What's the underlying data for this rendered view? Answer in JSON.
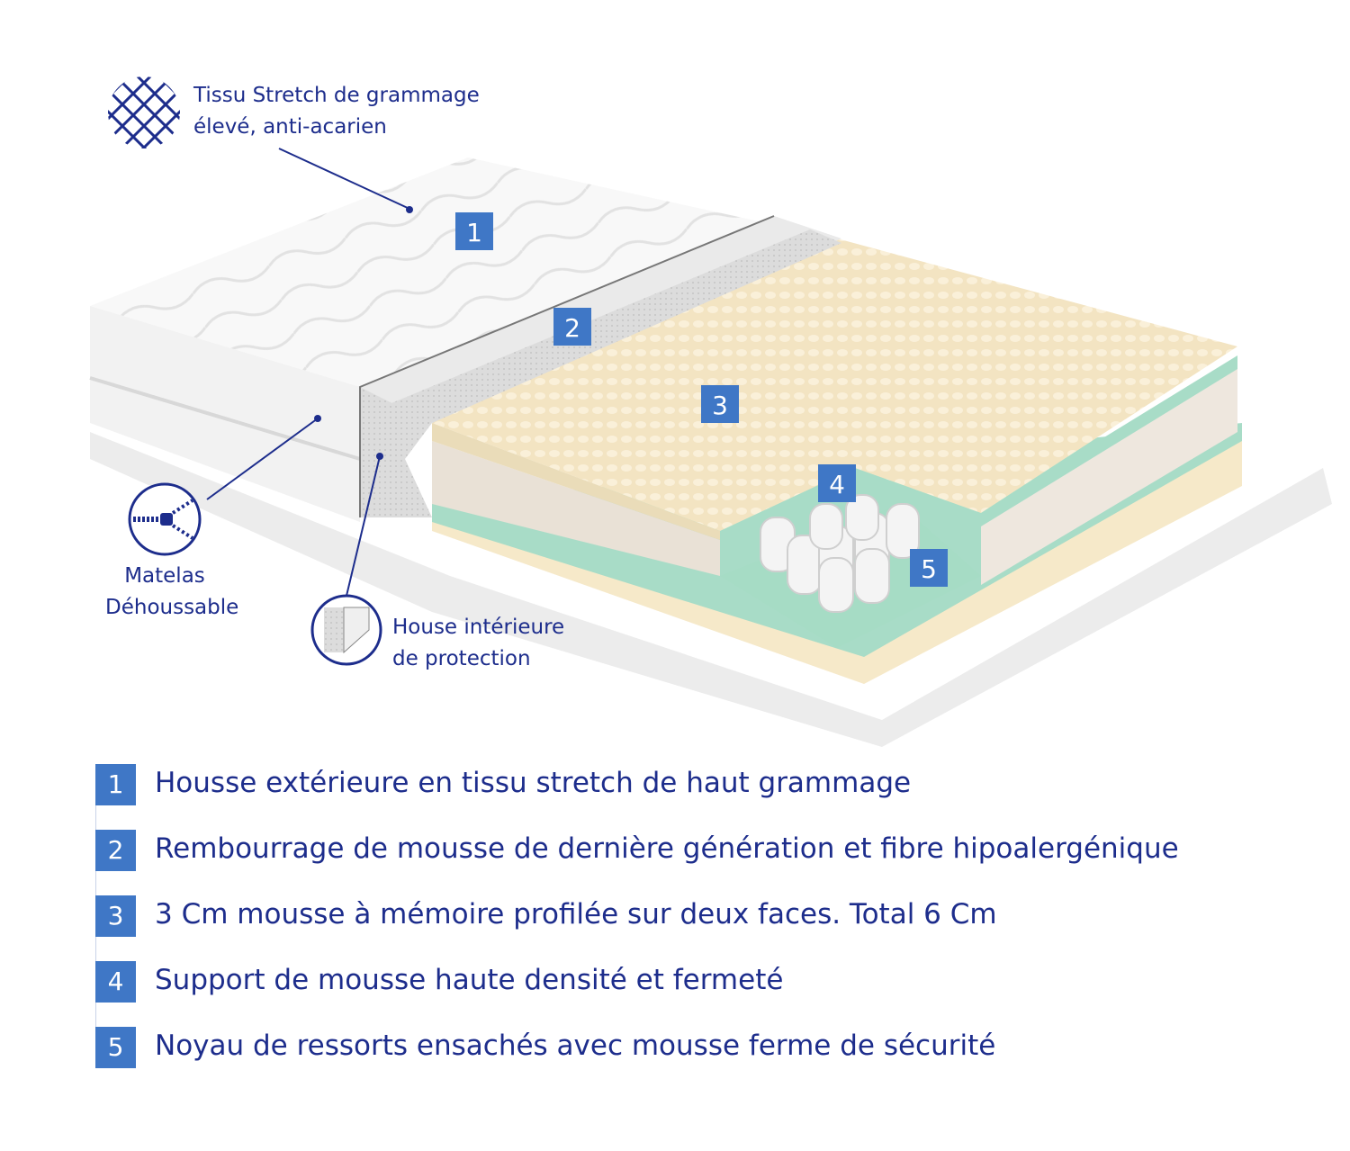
{
  "callouts": {
    "fabric": {
      "line1": "Tissu Stretch de grammage",
      "line2": "élevé, anti-acarien",
      "icon": "mesh-fabric-icon"
    },
    "zip": {
      "line1": "Matelas",
      "line2": "Déhoussable",
      "icon": "zipper-icon"
    },
    "inner_cover": {
      "line1": "House intérieure",
      "line2": "de protection",
      "icon": "foam-corner-icon"
    }
  },
  "layer_badges": [
    "1",
    "2",
    "3",
    "4",
    "5"
  ],
  "legend": [
    {
      "num": "1",
      "text": "Housse extérieure en tissu stretch de haut grammage"
    },
    {
      "num": "2",
      "text": "Rembourrage de mousse de dernière génération et fibre hipoalergénique"
    },
    {
      "num": "3",
      "text": "3 Cm mousse à mémoire profilée sur deux faces. Total 6 Cm"
    },
    {
      "num": "4",
      "text": "Support de mousse haute densité et fermeté"
    },
    {
      "num": "5",
      "text": "Noyau de ressorts ensachés avec mousse ferme de sécurité"
    }
  ],
  "colors": {
    "ink": "#1d2d8c",
    "badge": "#3f77c6",
    "foam_cream": "#f3e6c8",
    "foam_green": "#9fd9c2",
    "cover_white": "#f7f7f7"
  }
}
